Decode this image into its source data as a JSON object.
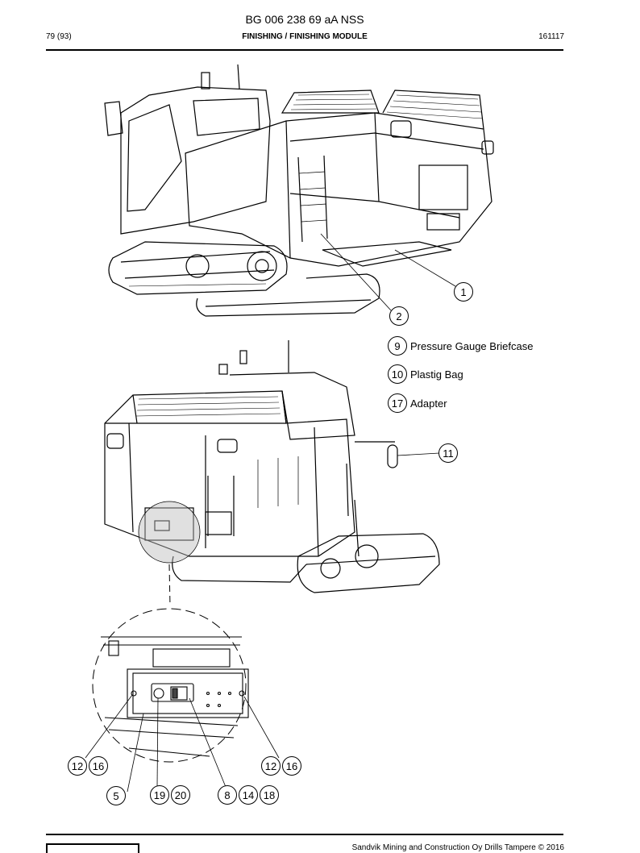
{
  "header": {
    "doc_number": "BG 006 238 69 aA NSS",
    "page": "79 (93)",
    "section": "FINISHING / FINISHING MODULE",
    "code": "161117"
  },
  "legend": [
    {
      "num": "9",
      "label": "Pressure Gauge Briefcase"
    },
    {
      "num": "10",
      "label": "Plastig Bag"
    },
    {
      "num": "17",
      "label": "Adapter"
    }
  ],
  "callouts": {
    "c1": "1",
    "c2": "2",
    "c11": "11",
    "c12a": "12",
    "c16a": "16",
    "c12b": "12",
    "c16b": "16",
    "c5": "5",
    "c19": "19",
    "c20": "20",
    "c8": "8",
    "c14": "14",
    "c18": "18"
  },
  "footer": {
    "copyright": "Sandvik Mining and Construction Oy Drills Tampere © 2016"
  }
}
